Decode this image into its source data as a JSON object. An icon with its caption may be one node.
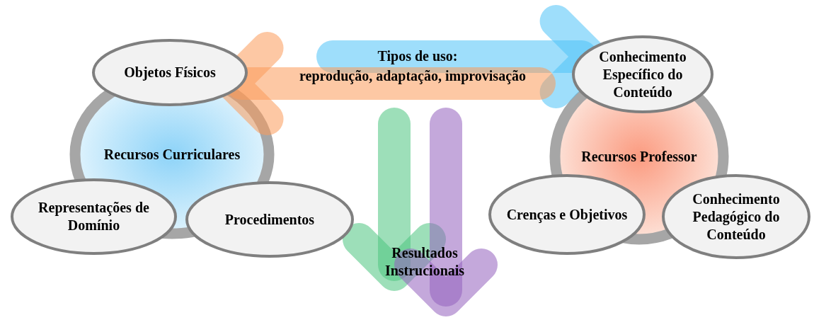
{
  "diagram": {
    "nodes": [
      {
        "text": [
          "Recursos Curriculares"
        ]
      },
      {
        "text": [
          "Objetos Físicos"
        ]
      },
      {
        "text": [
          "Representações de Domínio"
        ]
      },
      {
        "text": [
          "Procedimentos"
        ]
      },
      {
        "text": [
          "Recursos Professor"
        ]
      },
      {
        "text": [
          "Conhecimento Específico do Conteúdo"
        ]
      },
      {
        "text": [
          "Crenças e Objetivos"
        ]
      },
      {
        "text": [
          "Conhecimento Pedagógico do Conteúdo"
        ]
      },
      {
        "text": [
          "Resultados Instrucionais"
        ]
      }
    ],
    "edges": [
      {
        "from": null,
        "to": 5,
        "arrow": "to",
        "color": "#4fc3f7"
      },
      {
        "from": null,
        "to": 1,
        "arrow": "to",
        "color": "#fb9a5a"
      },
      {
        "from": null,
        "to": 8,
        "arrow": "to",
        "color": "#4cc47f"
      },
      {
        "from": null,
        "to": 8,
        "arrow": "to",
        "color": "#9461bd"
      }
    ],
    "labels": [
      "Tipos de uso:",
      "reprodução, adaptação, improvisação"
    ]
  }
}
